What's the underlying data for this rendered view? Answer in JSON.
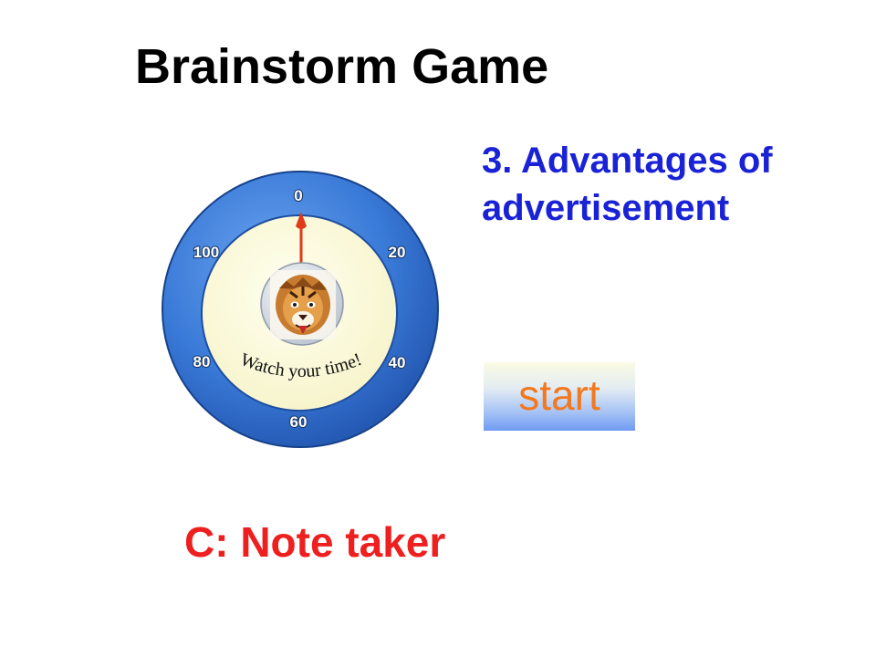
{
  "title": "Brainstorm Game",
  "topic": {
    "line1": "3. Advantages of",
    "line2": "advertisement"
  },
  "timer": {
    "ticks": [
      "0",
      "20",
      "40",
      "60",
      "80",
      "100"
    ],
    "motto": "Watch your time!",
    "mascot_icon": "tiger-face-icon",
    "colors": {
      "ring": "#2f6fd0",
      "face": "#fcfbd8",
      "hand": "#e03a1a"
    }
  },
  "start_button": {
    "label": "start"
  },
  "role": "C: Note taker",
  "colors": {
    "title": "#000000",
    "topic": "#1a22d6",
    "start_label": "#f2791e",
    "role": "#ee1f1f"
  }
}
